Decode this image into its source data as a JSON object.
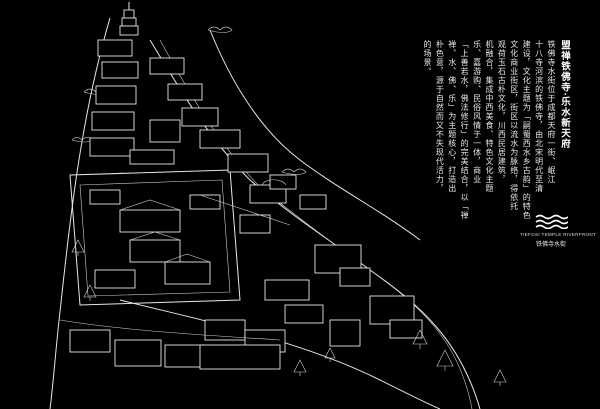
{
  "title": "盟禅铁佛寺·乐水新天府",
  "body_lines": [
    "铁佛寺水街位于成都天府一街、岷江",
    "十八寺河滨的铁佛寺，由北宋明代至清",
    "建设，文化主题为「嗣蜀西水乡古韵」的特色",
    "文化商业街区，街区以流水为脉络，得依托",
    "观荷玉石古朴文化，川西民居建筑，",
    "机融合，集成中西美食、特色文化主题",
    "乐、嘉游购、民俗风情于一体，商业",
    "「上善若水，佛法修行」的完美结合，以「禅",
    "禅、水、佛、乐」为主题核心，打造出",
    "朴色意，源于自然而又不失现代活力，",
    "的场景。"
  ],
  "logo": {
    "name_en": "TIEFOSI TEMPLE RIVERFRONT",
    "name_cn": "铁佛寺水街",
    "accent": "#ffffff"
  },
  "colors": {
    "background": "#000000",
    "linework": "#e8e8e8"
  }
}
